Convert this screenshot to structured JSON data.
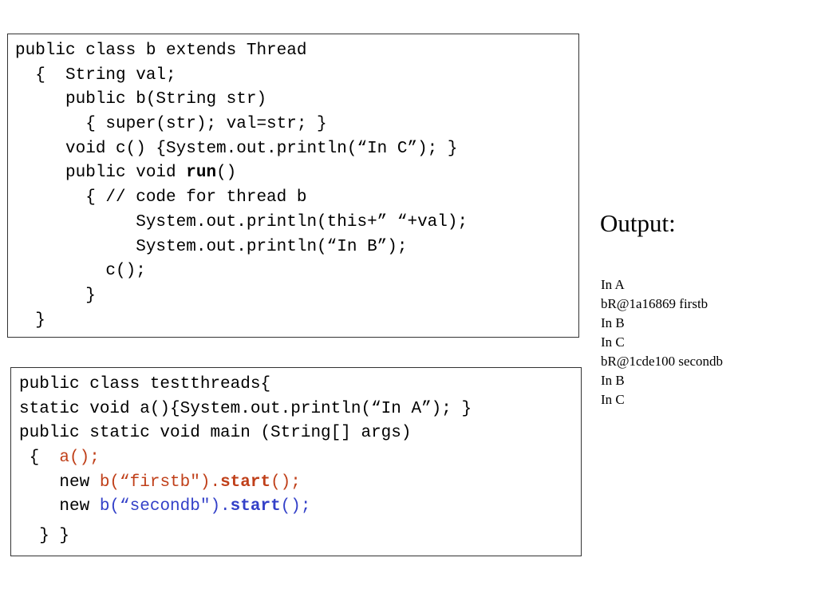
{
  "box1": {
    "lines": [
      "public class b extends Thread",
      "  {  String val;",
      "     public b(String str)",
      "       { super(str); val=str; }",
      "     void c() {System.out.println(“In C”); }",
      "     public void ",
      "run",
      "()",
      "       { // code for thread b",
      "            System.out.println(this+” “+val);",
      "            System.out.println(“In B”);",
      "         c();",
      "       }",
      "  }"
    ]
  },
  "box2": {
    "lines": [
      "public class testthreads{",
      "static void a(){System.out.println(“In A”); }",
      "public static void main (String[] args)",
      " {  ",
      "a();",
      "    new ",
      "b(“firstb\").",
      "start",
      "();",
      "    new ",
      "b(“secondb\").",
      "start",
      "();",
      "  } }"
    ]
  },
  "output": {
    "heading": "Output:",
    "lines": [
      "In A",
      "bR@1a16869 firstb",
      "In B",
      "In C",
      "bR@1cde100 secondb",
      "In B",
      "In C"
    ]
  },
  "colors": {
    "first_call": "#c0401a",
    "second_call": "#3340c8"
  }
}
